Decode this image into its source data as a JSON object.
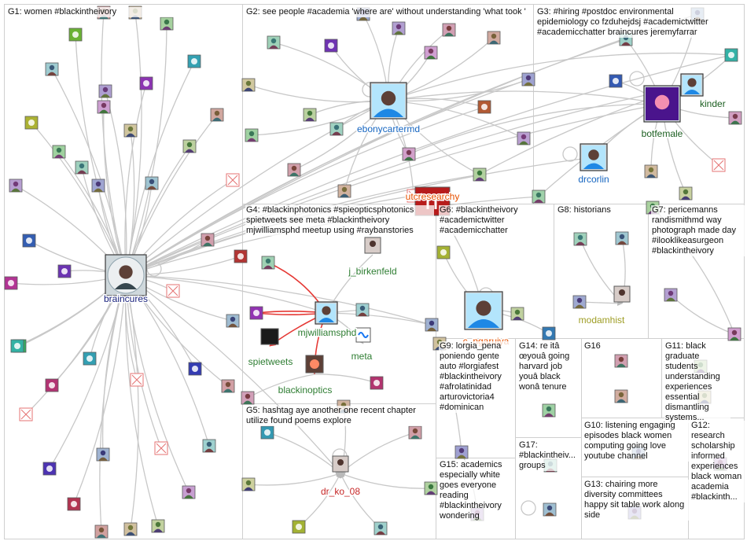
{
  "groups": [
    {
      "id": "g1",
      "label": "G1: women #blackintheivory"
    },
    {
      "id": "g2",
      "label": "G2: see people #academia 'where are' without understanding 'what took '"
    },
    {
      "id": "g3",
      "label": "G3: #hiring #postdoc environmental epidemiology co fzduhejdsj #academictwitter #academicchatter braincures jeremyfarrar"
    },
    {
      "id": "g4",
      "label": "G4: #blackinphotonics #spieopticsphotonics spietweets see meta #blackintheivory mjwilliamsphd meetup using #raybanstories"
    },
    {
      "id": "g5",
      "label": "G5: hashtag aye another one recent chapter utilize found poems explore"
    },
    {
      "id": "g6",
      "label": "G6: #blackintheivory #academictwitter #academicchatter"
    },
    {
      "id": "g7",
      "label": "G7: pericemanns randismithmd way photograph made day #ilooklikeasurgeon #blackintheivory"
    },
    {
      "id": "g8",
      "label": "G8: historians"
    },
    {
      "id": "g9",
      "label": "G9: lorgia_pena poniendo gente auto #lorgiafest #blackintheivory #afrolatinidad arturovictoria4 #dominican"
    },
    {
      "id": "g10",
      "label": "G10: listening engaging episodes black women computing going love youtube channel"
    },
    {
      "id": "g11",
      "label": "G11: black graduate students understanding experiences essential dismantling systems..."
    },
    {
      "id": "g12",
      "label": "G12: research scholarship informed experiences black woman academia #blackinth..."
    },
    {
      "id": "g13",
      "label": "G13: chairing more diversity committees happy sit table work along side"
    },
    {
      "id": "g14",
      "label": "G14: re itâ œyouâ going harvard job youâ black wonâ tenure"
    },
    {
      "id": "g15",
      "label": "G15: academics especially white goes everyone reading #blackintheivory wondering"
    },
    {
      "id": "g16",
      "label": "G16"
    },
    {
      "id": "g17",
      "label": "G17: #blackintheiv... groups"
    }
  ],
  "named_nodes": [
    {
      "id": "braincures",
      "label": "braincures",
      "color": "#1a237e"
    },
    {
      "id": "ebonycartermd",
      "label": "ebonycartermd",
      "color": "#1565c0"
    },
    {
      "id": "botfemale",
      "label": "botfemale",
      "color": "#1b5e20"
    },
    {
      "id": "kinder",
      "label": "kinder",
      "color": "#1b5e20"
    },
    {
      "id": "drcorlin",
      "label": "drcorlin",
      "color": "#1565c0"
    },
    {
      "id": "mjwilliamsphd",
      "label": "mjwilliamsphd",
      "color": "#2e7d32"
    },
    {
      "id": "spietweets",
      "label": "spietweets",
      "color": "#2e7d32"
    },
    {
      "id": "meta",
      "label": "meta",
      "color": "#2e7d32"
    },
    {
      "id": "blackinoptics",
      "label": "blackinoptics",
      "color": "#2e7d32"
    },
    {
      "id": "j_birkenfeld",
      "label": "j_birkenfeld",
      "color": "#2e7d32"
    },
    {
      "id": "c_ngaruiya",
      "label": "c_ngaruiya",
      "color": "#e65100"
    },
    {
      "id": "modamhist",
      "label": "modamhist",
      "color": "#9e9d24"
    },
    {
      "id": "dr_ko_08",
      "label": "dr_ko_08",
      "color": "#c62828"
    },
    {
      "id": "utcresearchy",
      "label": "utcresearchy",
      "color": "#e65100"
    }
  ],
  "colors": {
    "edge": "#c8c8c8",
    "edge_red": "#e53935",
    "panel_border": "#cfcfcf",
    "avatar_fill": "#e8e3da",
    "avatar_border": "#5a5a5a"
  }
}
